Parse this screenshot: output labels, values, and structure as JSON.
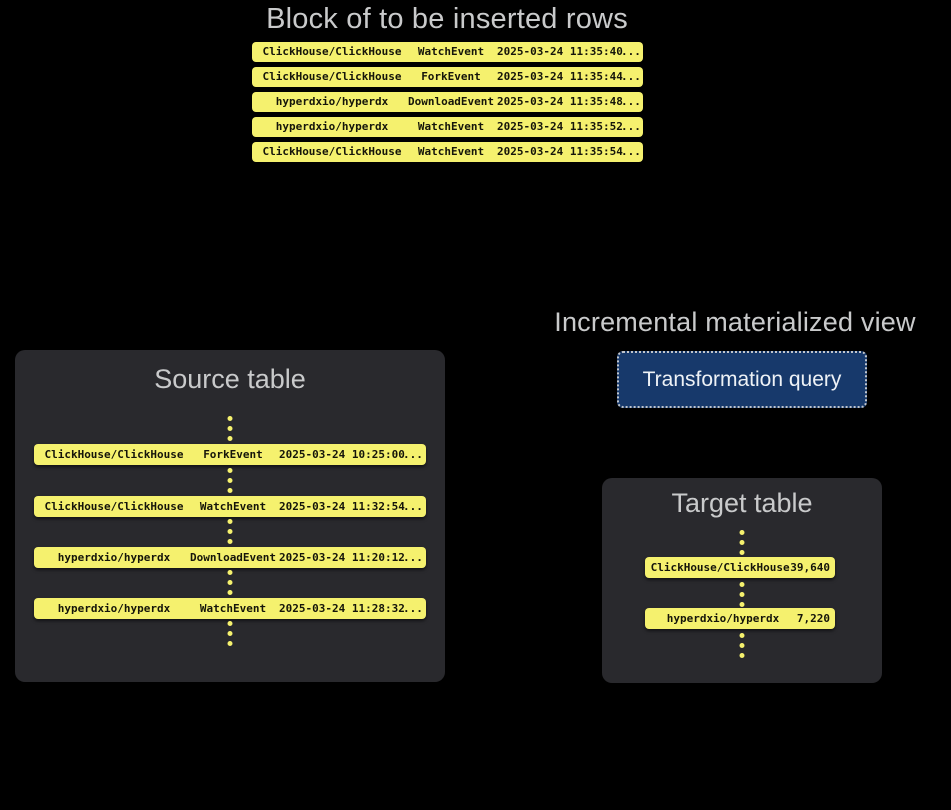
{
  "colors": {
    "row_yellow": "#f5f16e",
    "card_background": "#29292d",
    "title_gray": "#c9cacb",
    "row_text": "#15150a",
    "button_background": "#17396b",
    "button_text": "#eef2f6",
    "button_border_dotted": "#dedede",
    "page_background": "#000000"
  },
  "insert_block": {
    "title": "Block of to be inserted rows",
    "rows": [
      {
        "repo": "ClickHouse/ClickHouse",
        "event": "WatchEvent",
        "timestamp": "2025-03-24 11:35:40",
        "more": "..."
      },
      {
        "repo": "ClickHouse/ClickHouse",
        "event": "ForkEvent",
        "timestamp": "2025-03-24 11:35:44",
        "more": "..."
      },
      {
        "repo": "hyperdxio/hyperdx",
        "event": "DownloadEvent",
        "timestamp": "2025-03-24 11:35:48",
        "more": "..."
      },
      {
        "repo": "hyperdxio/hyperdx",
        "event": "WatchEvent",
        "timestamp": "2025-03-24 11:35:52",
        "more": "..."
      },
      {
        "repo": "ClickHouse/ClickHouse",
        "event": "WatchEvent",
        "timestamp": "2025-03-24 11:35:54",
        "more": "..."
      }
    ]
  },
  "source_table": {
    "title": "Source table",
    "rows": [
      {
        "repo": "ClickHouse/ClickHouse",
        "event": "ForkEvent",
        "timestamp": "2025-03-24 10:25:00",
        "more": "..."
      },
      {
        "repo": "ClickHouse/ClickHouse",
        "event": "WatchEvent",
        "timestamp": "2025-03-24 11:32:54",
        "more": "..."
      },
      {
        "repo": "hyperdxio/hyperdx",
        "event": "DownloadEvent",
        "timestamp": "2025-03-24 11:20:12",
        "more": "..."
      },
      {
        "repo": "hyperdxio/hyperdx",
        "event": "WatchEvent",
        "timestamp": "2025-03-24 11:28:32",
        "more": "..."
      }
    ]
  },
  "materialized_view": {
    "title": "Incremental materialized view",
    "button_label": "Transformation query"
  },
  "target_table": {
    "title": "Target table",
    "rows": [
      {
        "repo": "ClickHouse/ClickHouse",
        "count": "39,640"
      },
      {
        "repo": "hyperdxio/hyperdx",
        "count": "7,220"
      }
    ]
  }
}
